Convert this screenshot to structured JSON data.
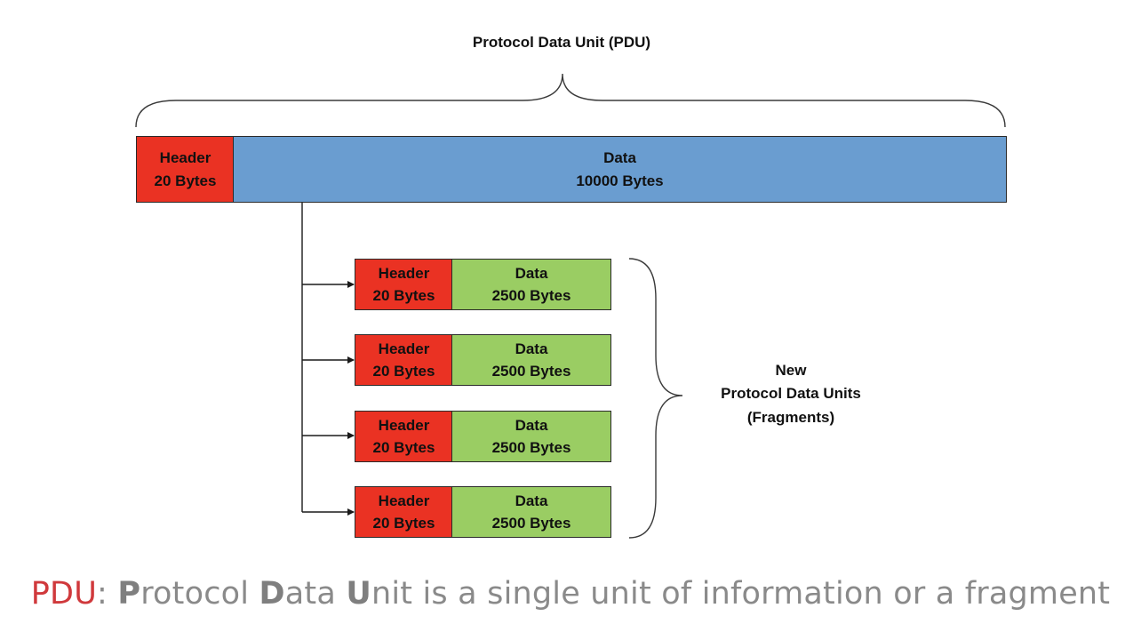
{
  "title": "Protocol Data Unit (PDU)",
  "pdu": {
    "header": {
      "line1": "Header",
      "line2": "20 Bytes"
    },
    "data": {
      "line1": "Data",
      "line2": "10000 Bytes"
    }
  },
  "fragments": [
    {
      "header": {
        "line1": "Header",
        "line2": "20 Bytes"
      },
      "data": {
        "line1": "Data",
        "line2": "2500 Bytes"
      }
    },
    {
      "header": {
        "line1": "Header",
        "line2": "20 Bytes"
      },
      "data": {
        "line1": "Data",
        "line2": "2500 Bytes"
      }
    },
    {
      "header": {
        "line1": "Header",
        "line2": "20 Bytes"
      },
      "data": {
        "line1": "Data",
        "line2": "2500 Bytes"
      }
    },
    {
      "header": {
        "line1": "Header",
        "line2": "20 Bytes"
      },
      "data": {
        "line1": "Data",
        "line2": "2500 Bytes"
      }
    }
  ],
  "fragments_label": {
    "line1": "New",
    "line2": "Protocol Data Units",
    "line3": "(Fragments)"
  },
  "caption": {
    "acronym": "PDU",
    "colon": ": ",
    "p": "P",
    "p_rest": "rotocol ",
    "d": "D",
    "d_rest": "ata ",
    "u": "U",
    "u_rest": "nit is a single unit of information or a fragment"
  },
  "colors": {
    "header": "#ea3223",
    "data_original": "#6a9dd0",
    "data_fragment": "#9acd63",
    "caption_accent": "#d0393c",
    "caption_text": "#8a8a8a"
  }
}
